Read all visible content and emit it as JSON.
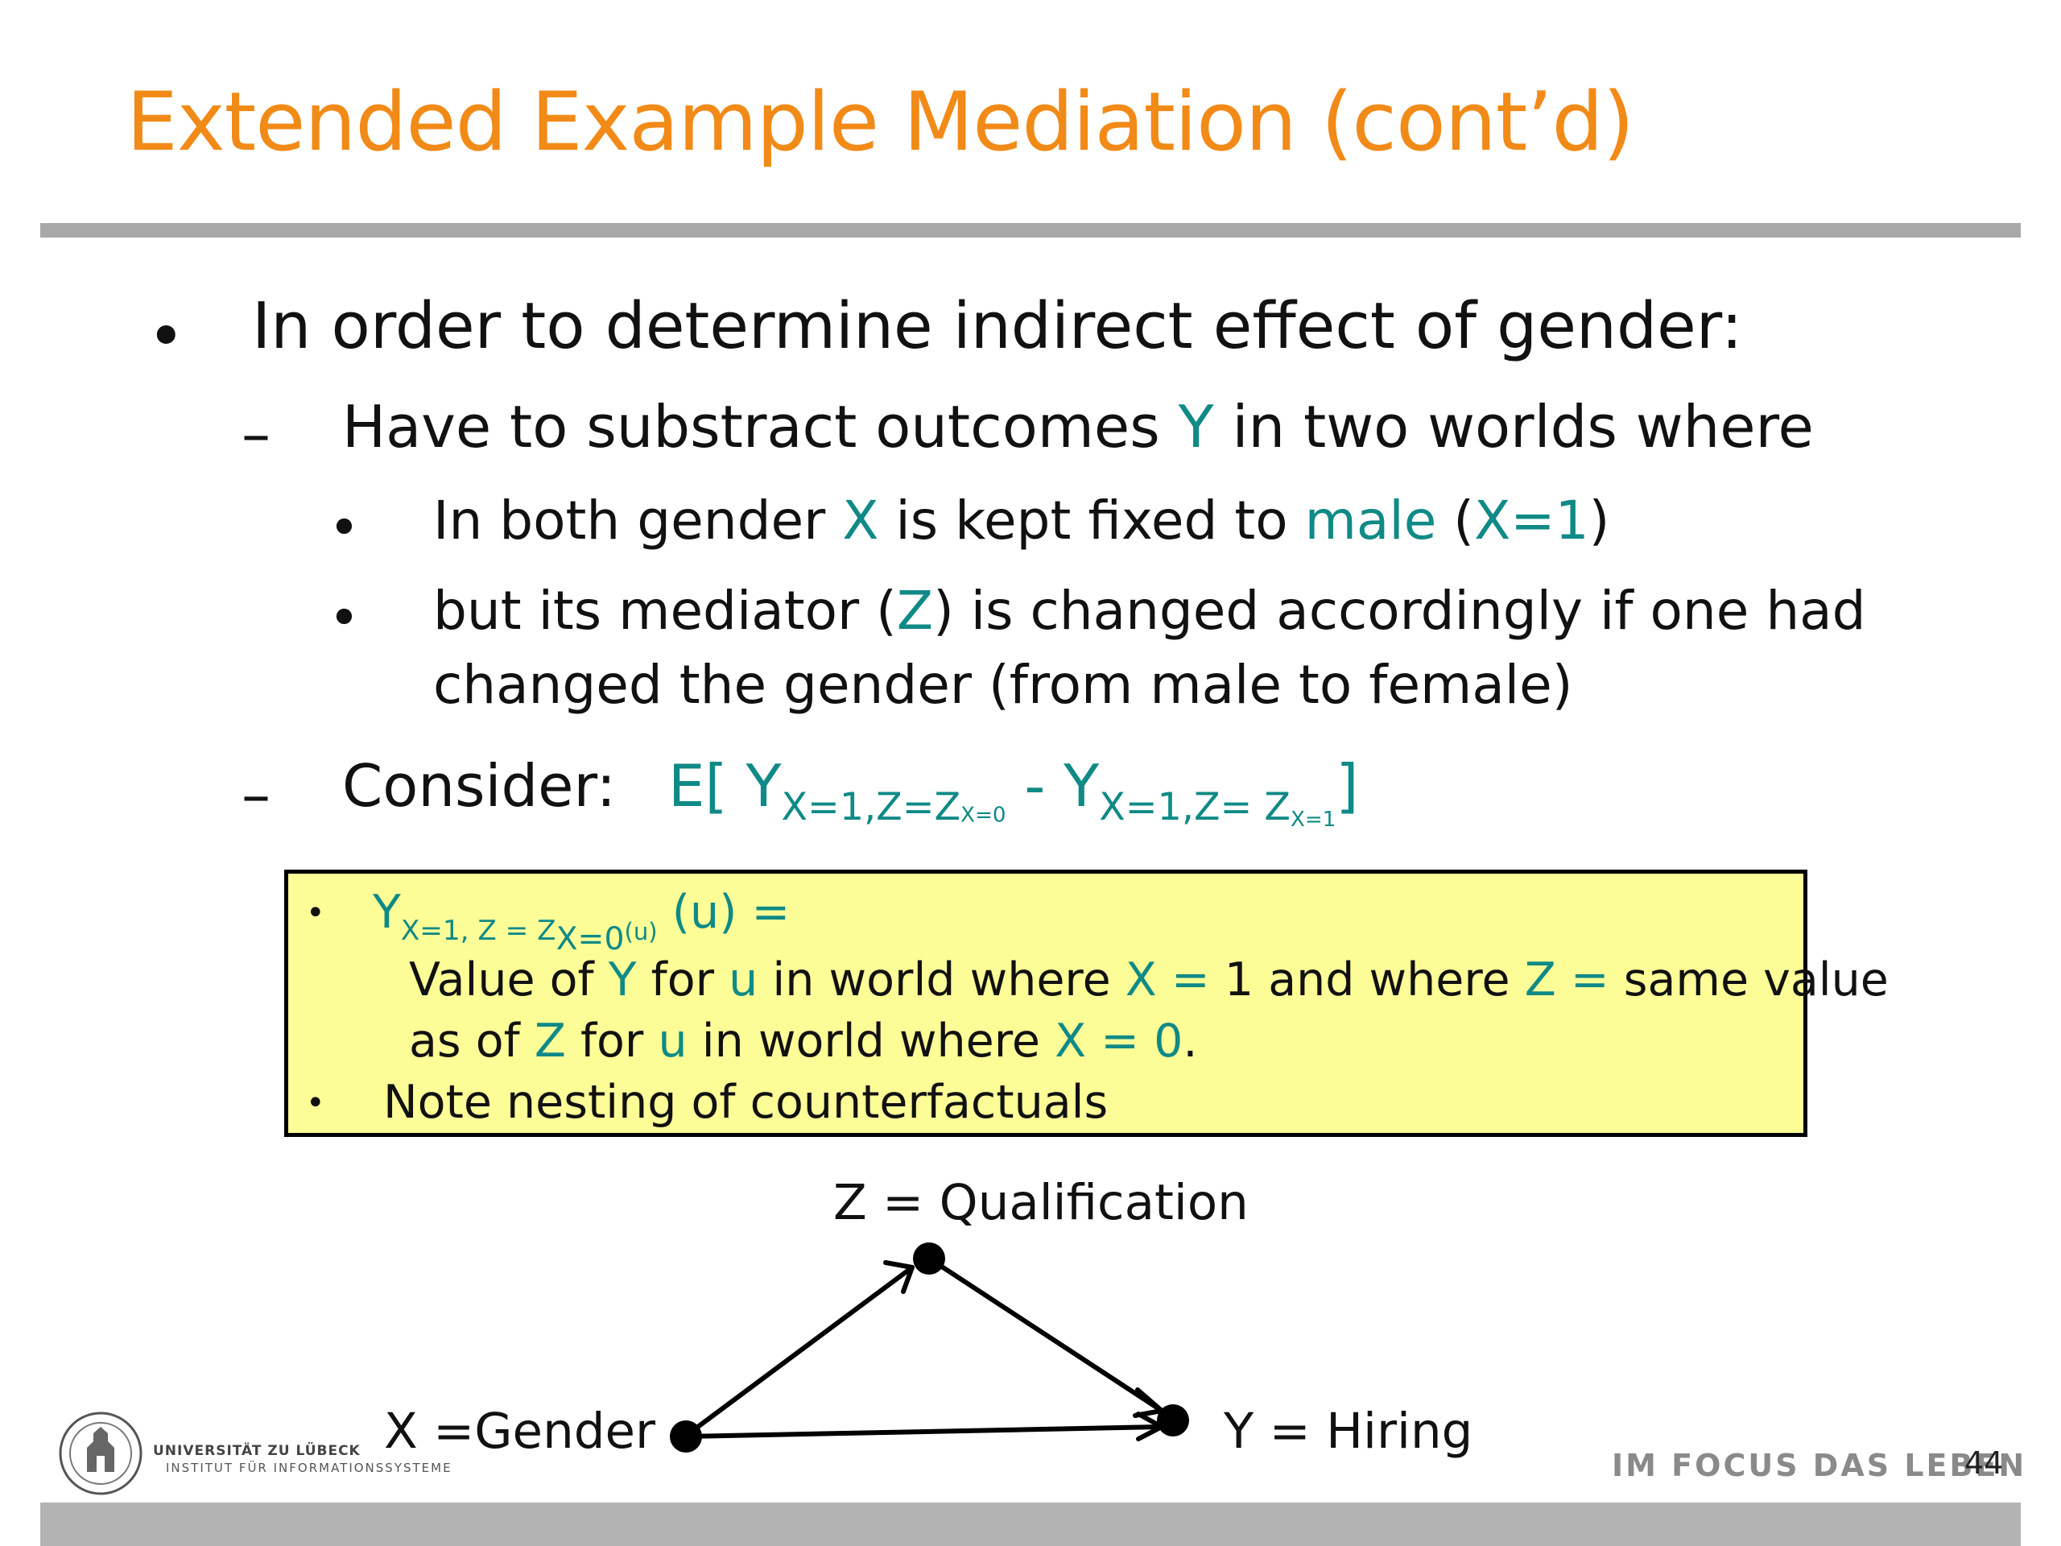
{
  "title": "Extended Example Mediation (cont’d)",
  "bullets": {
    "b1": "In order to determine indirect effect of gender:",
    "b1_marker": "•",
    "b2_marker": "–",
    "b2_pre": "Have to substract outcomes ",
    "b2_Y": "Y",
    "b2_post": " in two worlds where",
    "b3_marker": "•",
    "b3_pre": "In both gender ",
    "b3_X": "X",
    "b3_mid": " is kept fixed to ",
    "b3_male": "male",
    "b3_open": " (",
    "b3_X1": "X=1",
    "b3_close": ")",
    "b4_marker": "•",
    "b4_pre": "but its mediator (",
    "b4_Z": "Z",
    "b4_post": ") is changed accordingly if one had",
    "b4_line2": "changed the gender (from male to female)",
    "b5_marker": "–",
    "b5_label": "Consider:",
    "b5_E": "E[ Y",
    "b5_sub1": "X=1",
    "b5_comma1": ",",
    "b5_sub1b": "Z=Z",
    "b5_sub1c": "X=0",
    "b5_minus": " -   Y",
    "b5_sub2": "X=1",
    "b5_comma2": ",",
    "b5_sub2b": "Z= Z",
    "b5_sub2c": "X=1",
    "b5_close": "]"
  },
  "note": {
    "marker1": "•",
    "y": "Y",
    "sub": "X=1, Z = Z",
    "subsub": "X=0",
    "subu": "(u)",
    "eq": " (u) =",
    "l2_pre": "Value of ",
    "l2_Y": "Y",
    "l2_mid1": " for ",
    "l2_u": "u",
    "l2_mid2": " in world where ",
    "l2_X1": "X = ",
    "l2_one": "1 and where ",
    "l2_Z": "Z =",
    "l2_post": " same value",
    "l3_pre": "as of ",
    "l3_Z": "Z",
    "l3_mid1": " for ",
    "l3_u": "u",
    "l3_mid2": " in world where ",
    "l3_X0": "X = 0",
    "l3_post": ".",
    "marker2": "•",
    "l4": "Note nesting of counterfactuals"
  },
  "diagram": {
    "z_label": "Z = Qualification",
    "x_label": "X =Gender",
    "y_label": "Y  =  Hiring"
  },
  "footer": {
    "university": "UNIVERSITÄT ZU LÜBECK",
    "institute": "INSTITUT FÜR INFORMATIONSSYSTEME",
    "slogan": "IM FOCUS DAS LEBEN",
    "page": "44"
  },
  "colors": {
    "title": "#f28a17",
    "accent": "#0f8a86",
    "note_bg": "#fdfd98",
    "rule": "#a8a8a8"
  }
}
